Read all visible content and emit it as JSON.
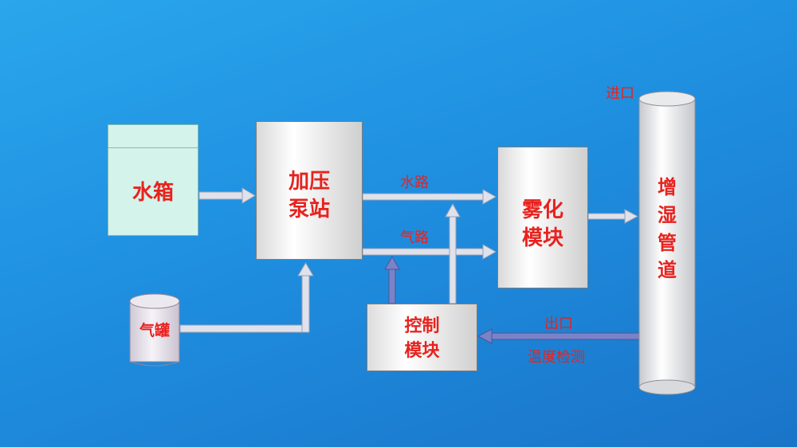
{
  "nodes": {
    "water_tank": {
      "label": "水箱"
    },
    "pump_station": {
      "line1": "加压",
      "line2": "泵站"
    },
    "atomizer": {
      "line1": "雾化",
      "line2": "模块"
    },
    "gas_tank": {
      "label": "气罐"
    },
    "control": {
      "line1": "控制",
      "line2": "模块"
    },
    "humid_pipe": {
      "label": "增湿管道"
    }
  },
  "edge_labels": {
    "water_path": "水路",
    "gas_path": "气路",
    "inlet": "进口",
    "outlet": "出口",
    "temp_detect": "温度检测"
  },
  "colors": {
    "background": "#1f8fe0",
    "label_red": "#e8221e",
    "water_tank_fill": "#d4f3ea",
    "arrow_gray": "#dfe2ea",
    "arrow_purple": "#7a82c8"
  }
}
